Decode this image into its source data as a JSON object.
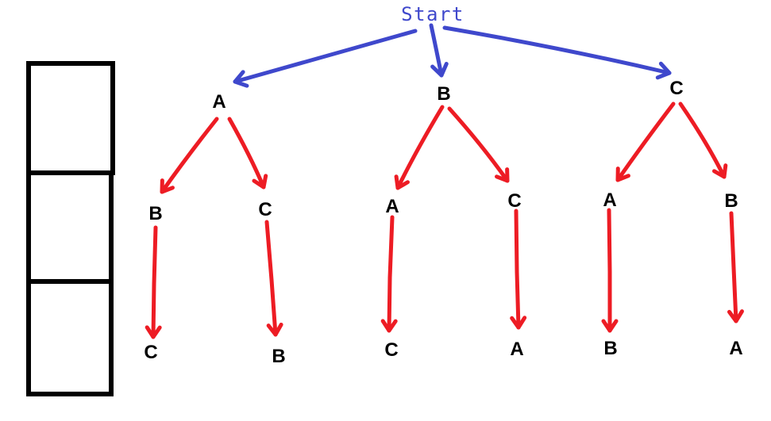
{
  "tree": {
    "root": "Start",
    "children": [
      {
        "label": "A",
        "children": [
          {
            "label": "B",
            "children": [
              {
                "label": "C",
                "children": []
              }
            ]
          },
          {
            "label": "C",
            "children": [
              {
                "label": "B",
                "children": []
              }
            ]
          }
        ]
      },
      {
        "label": "B",
        "children": [
          {
            "label": "A",
            "children": [
              {
                "label": "C",
                "children": []
              }
            ]
          },
          {
            "label": "C",
            "children": [
              {
                "label": "A",
                "children": []
              }
            ]
          }
        ]
      },
      {
        "label": "C",
        "children": [
          {
            "label": "A",
            "children": [
              {
                "label": "B",
                "children": []
              }
            ]
          },
          {
            "label": "B",
            "children": [
              {
                "label": "A",
                "children": []
              }
            ]
          }
        ]
      }
    ]
  },
  "colors": {
    "root_text": "#3f48cc",
    "root_arrow": "#3f48cc",
    "branch_arrow": "#ed1c24",
    "node_text": "#000000",
    "box_border": "#000000",
    "background": "#ffffff"
  },
  "boxes": {
    "count": 3
  }
}
